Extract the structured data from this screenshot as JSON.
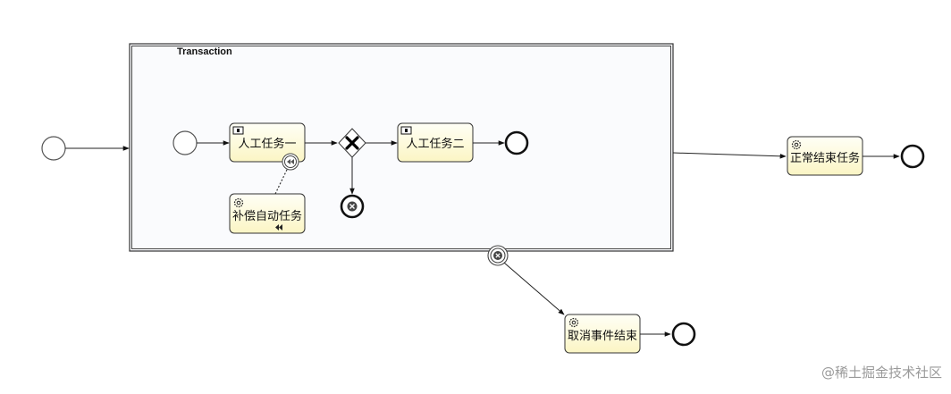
{
  "transaction": {
    "title": "Transaction"
  },
  "tasks": {
    "user_task_1": {
      "label": "人工任务一",
      "type": "user"
    },
    "user_task_2": {
      "label": "人工任务二",
      "type": "user"
    },
    "compensation_task": {
      "label": "补偿自动任务",
      "type": "service"
    },
    "normal_end_task": {
      "label": "正常结束任务",
      "type": "service"
    },
    "cancel_end_task": {
      "label": "取消事件结束",
      "type": "service"
    }
  },
  "icons": {
    "user_task": "user-task-icon",
    "service_task": "gear-icon",
    "compensation_marker": "rewind-icon",
    "gateway": "exclusive-gateway-x-icon",
    "cancel_event": "cancel-x-icon"
  },
  "colors": {
    "task_fill_top": "#fffff6",
    "task_fill_bottom": "#fbf5c4",
    "stroke": "#333333",
    "transaction_fill": "#fafbfd"
  },
  "watermark": "@稀土掘金技术社区"
}
